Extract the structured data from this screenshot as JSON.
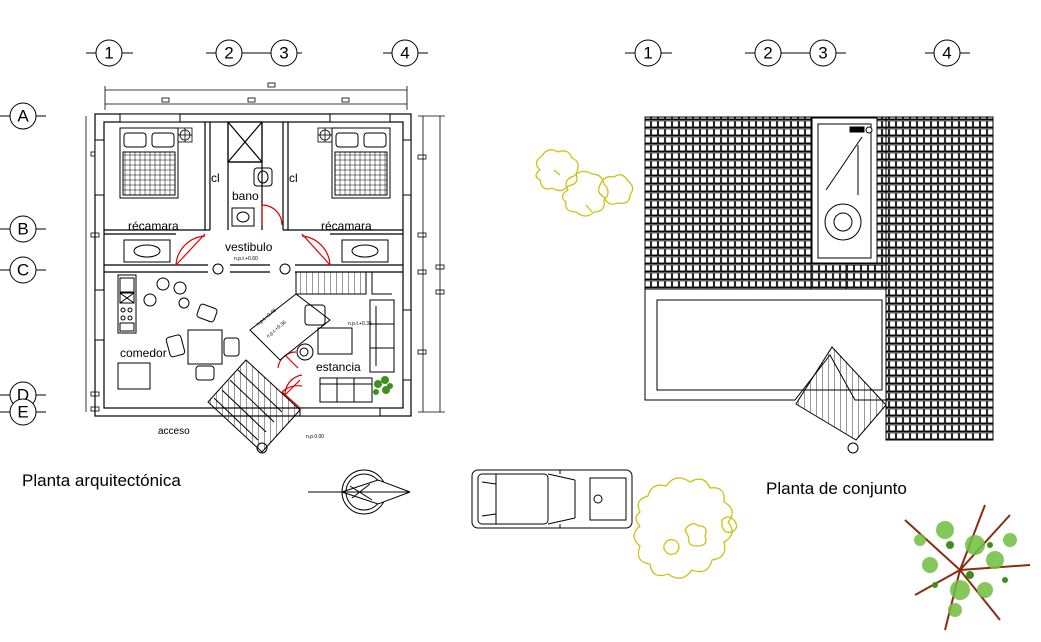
{
  "titles": {
    "plan_left": "Planta arquitectónica",
    "plan_right": "Planta de conjunto"
  },
  "axes": {
    "left_cols": [
      "1",
      "2",
      "3",
      "4"
    ],
    "right_cols": [
      "1",
      "2",
      "3",
      "4"
    ],
    "rows": [
      "A",
      "B",
      "C",
      "D",
      "E"
    ]
  },
  "rooms": {
    "recamara_left": "récamara",
    "recamara_right": "récamara",
    "bano": "bano",
    "cl_left": "cl",
    "cl_right": "cl",
    "vestibulo": "vestibulo",
    "comedor": "comedor",
    "estancia": "estancia",
    "acceso": "acceso"
  },
  "levels": {
    "vestibulo": "n.p.t.+0.60",
    "estancia": "n.p.t.+0.36",
    "acceso": "n.p.0.00",
    "stair_a": "n.p.t.+0.48",
    "stair_b": "n.p.t.+0.36"
  },
  "colors": {
    "line": "#000000",
    "door": "#e00000",
    "tree_yellow": "#c8c000",
    "plant_green": "#3f8f1f",
    "plant_brown": "#8b2b12"
  }
}
